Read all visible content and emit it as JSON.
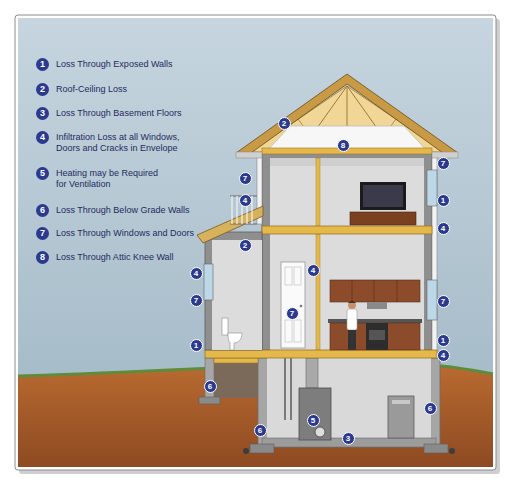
{
  "diagram": {
    "labels": [
      "1",
      "2",
      "3",
      "4",
      "5",
      "6",
      "7",
      "8",
      "2",
      "8",
      "7",
      "7",
      "1",
      "4",
      "4",
      "2",
      "4",
      "4",
      "7",
      "7",
      "7",
      "1",
      "1",
      "4",
      "6",
      "6",
      "5",
      "6",
      "3"
    ],
    "legend": [
      {
        "text": "Loss Through Exposed Walls"
      },
      {
        "text": "Roof-Ceiling Loss"
      },
      {
        "text": "Loss Through Basement Floors"
      },
      {
        "text": "Infiltration Loss at all Windows, Doors and Cracks in Envelope"
      },
      {
        "text": "Heating may be Required for Ventilation"
      },
      {
        "text": "Loss Through Below Grade Walls"
      },
      {
        "text": "Loss Through Windows and Doors"
      },
      {
        "text": "Loss Through Attic Knee Wall"
      }
    ]
  }
}
